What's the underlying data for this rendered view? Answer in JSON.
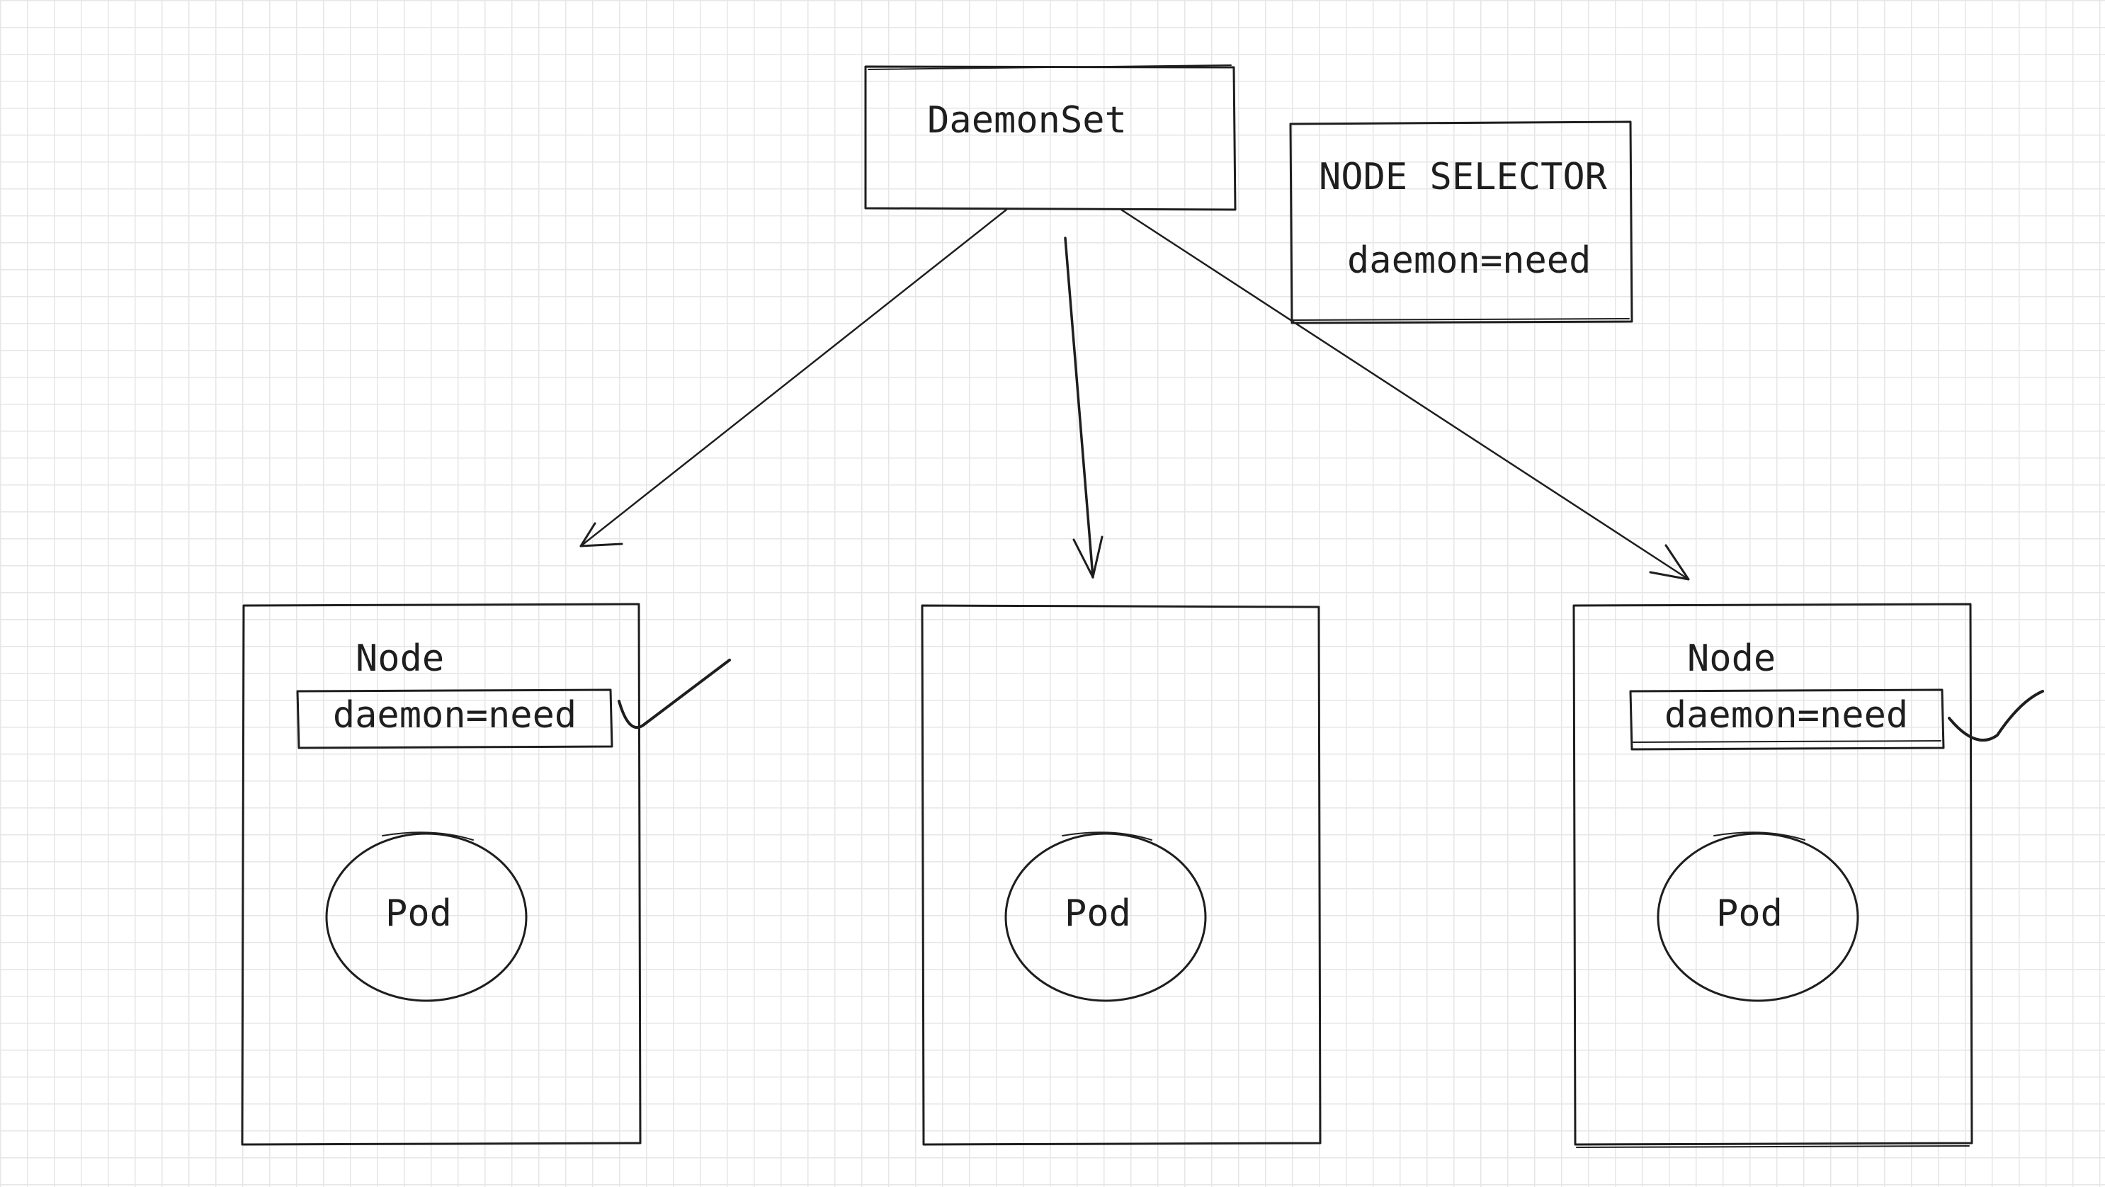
{
  "daemonset": {
    "label": "DaemonSet"
  },
  "node_selector": {
    "title": "NODE SELECTOR",
    "value": "daemon=need"
  },
  "nodes": [
    {
      "title": "Node",
      "label": "daemon=need",
      "pod": "Pod",
      "matched": true
    },
    {
      "title": "",
      "label": "",
      "pod": "Pod",
      "matched": false
    },
    {
      "title": "Node",
      "label": "daemon=need",
      "pod": "Pod",
      "matched": true
    }
  ],
  "colors": {
    "stroke": "#1e1e1e",
    "grid": "#e6e6e6",
    "background": "#ffffff"
  }
}
